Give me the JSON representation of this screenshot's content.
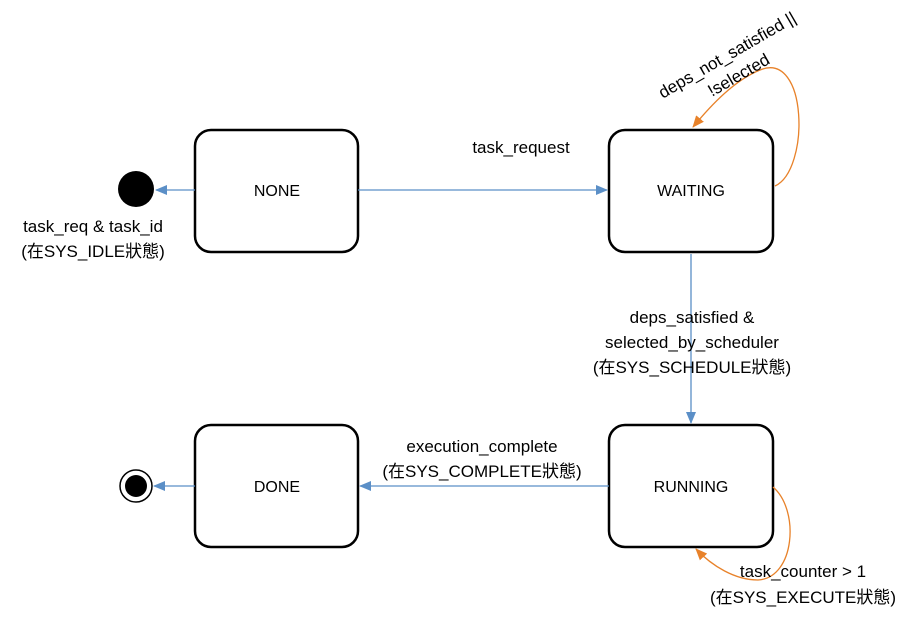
{
  "states": {
    "none": "NONE",
    "waiting": "WAITING",
    "running": "RUNNING",
    "done": "DONE"
  },
  "transitions": {
    "none_to_waiting": "task_request",
    "waiting_self": [
      "deps_not_satisfied ||",
      "!selected"
    ],
    "waiting_to_running": [
      "deps_satisfied &",
      "selected_by_scheduler",
      "(在SYS_SCHEDULE狀態)"
    ],
    "running_to_done": [
      "execution_complete",
      "(在SYS_COMPLETE狀態)"
    ],
    "running_self": [
      "task_counter > 1",
      "(在SYS_EXECUTE狀態)"
    ],
    "none_to_initial": [
      "task_req & task_id",
      "(在SYS_IDLE狀態)"
    ]
  },
  "colors": {
    "transition_edge": "#5b8fc7",
    "self_loop_edge": "#e8822a",
    "state_border": "#000000"
  }
}
